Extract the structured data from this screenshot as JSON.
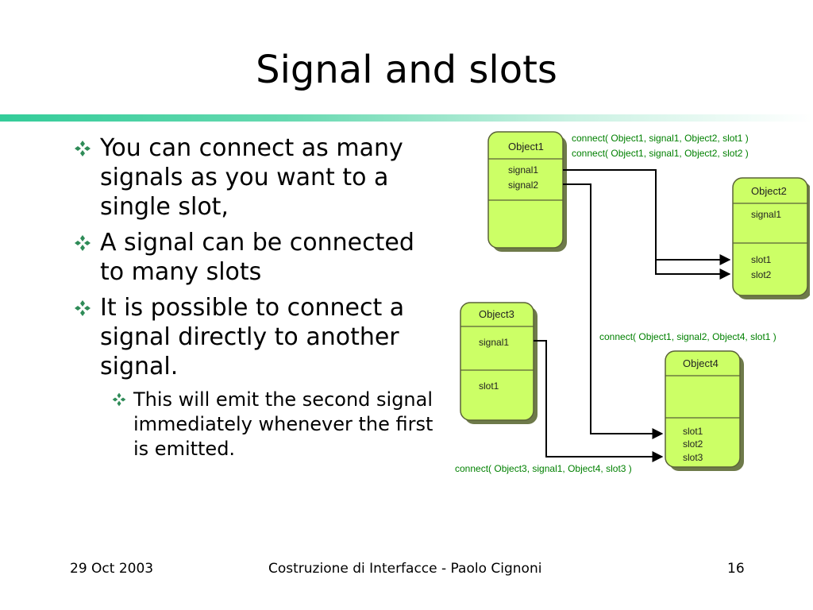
{
  "slide": {
    "title": "Signal and slots",
    "bullets": [
      "You can connect as many signals as you want to a single slot,",
      "A signal can be connected to many slots",
      "It is possible to connect a signal directly to another signal."
    ],
    "sub_bullets": [
      "This will emit the second signal immediately whenever the first is emitted."
    ],
    "footer": {
      "date": "29 Oct 2003",
      "center": "Costruzione di Interfacce - Paolo Cignoni",
      "page": "16"
    }
  },
  "diagram": {
    "objects": {
      "object1": {
        "title": "Object1",
        "signals": [
          "signal1",
          "signal2"
        ],
        "slots": []
      },
      "object2": {
        "title": "Object2",
        "signals": [
          "signal1"
        ],
        "slots": [
          "slot1",
          "slot2"
        ]
      },
      "object3": {
        "title": "Object3",
        "signals": [
          "signal1"
        ],
        "slots": [
          "slot1"
        ]
      },
      "object4": {
        "title": "Object4",
        "signals": [],
        "slots": [
          "slot1",
          "slot2",
          "slot3"
        ]
      }
    },
    "connections": [
      "connect( Object1, signal1, Object2, slot1 )",
      "connect( Object1, signal1, Object2, slot2 )",
      "connect( Object1, signal2, Object4, slot1 )",
      "connect( Object3, signal1, Object4, slot3 )"
    ],
    "colors": {
      "box_fill": "#ccff66",
      "box_shadow": "#6e7a4a",
      "label_text": "#008000"
    }
  }
}
